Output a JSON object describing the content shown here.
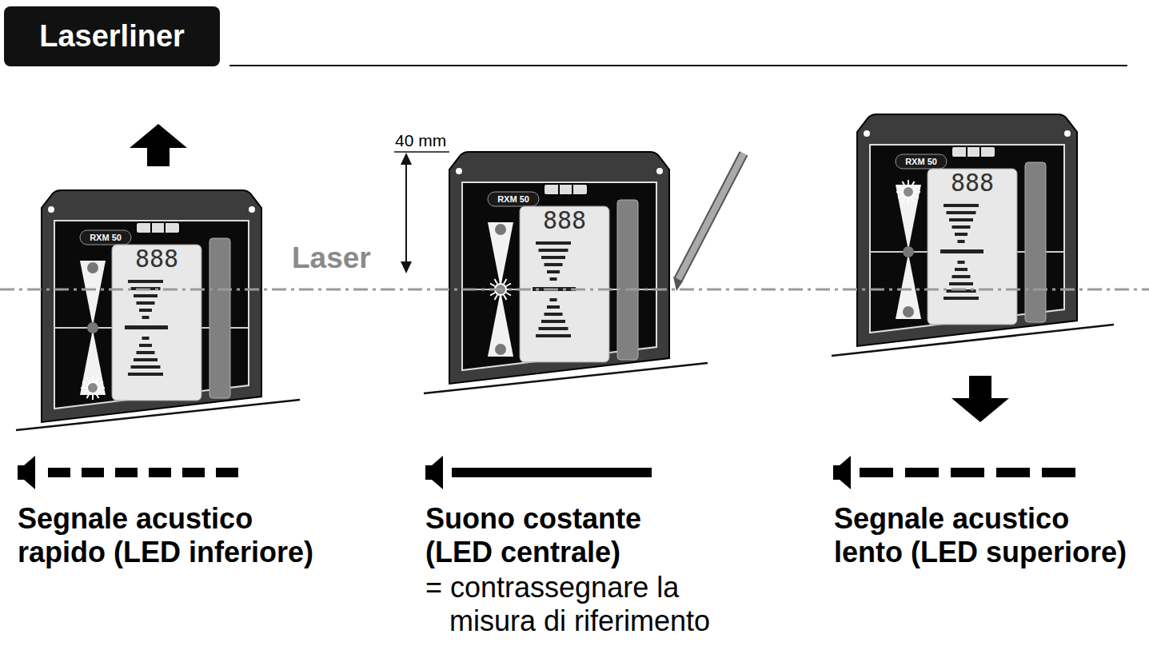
{
  "diagram": {
    "nodes": [
      {
        "text": [
          "Laserliner"
        ]
      }
    ],
    "labels": [
      "40 mm",
      "Laser",
      "RXM 50",
      "888",
      "RXM 50",
      "888",
      "RXM 50",
      "888",
      "Segnale acustico rapido (LED inferiore)",
      "Suono costante (LED centrale)",
      "= contrassegnare la misura di riferimento",
      "Segnale acustico lento (LED superiore)"
    ]
  }
}
